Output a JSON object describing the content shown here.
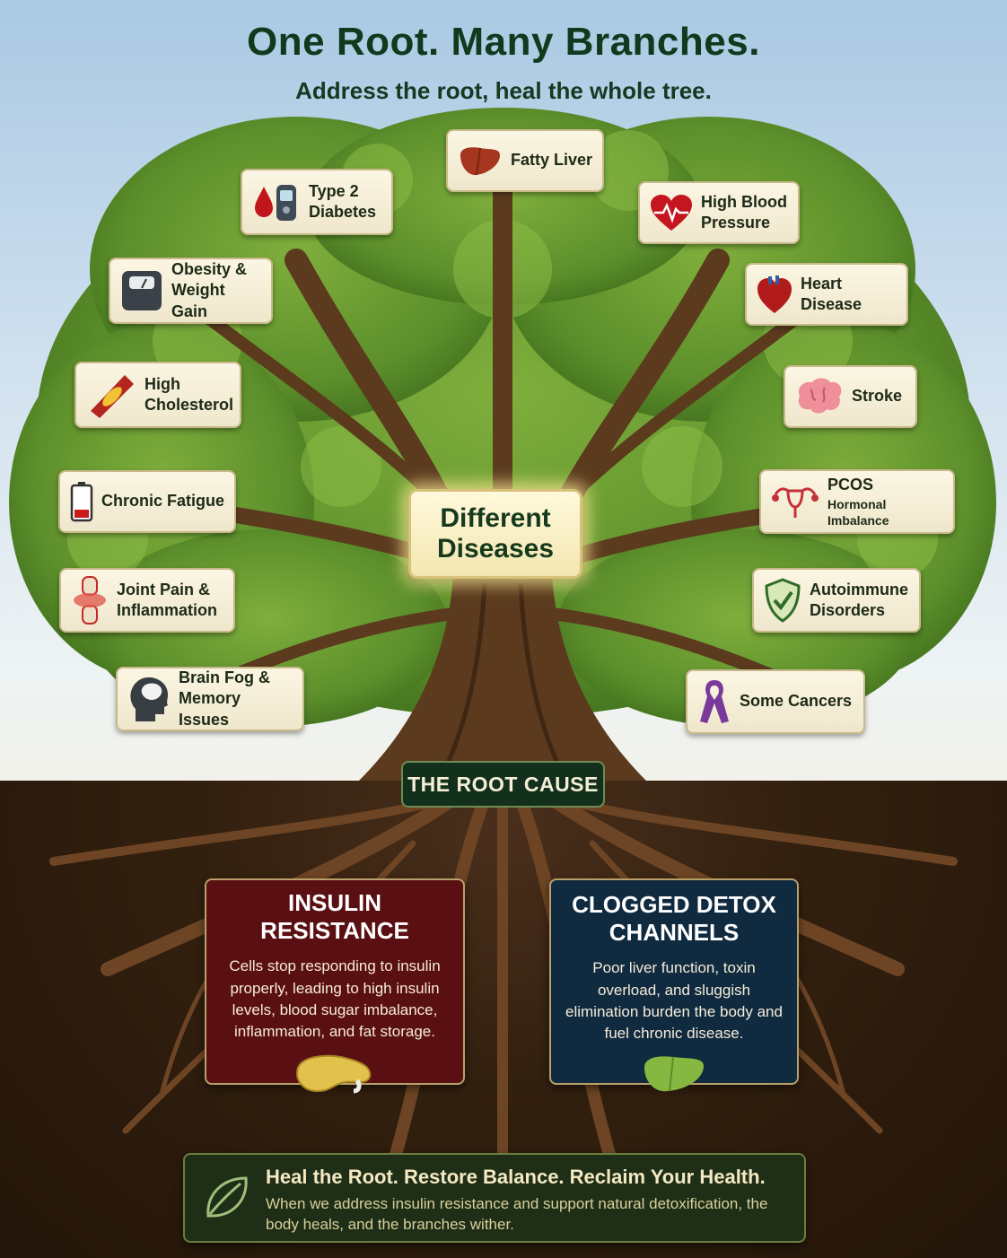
{
  "header": {
    "title": "One Root. Many Branches.",
    "subtitle": "Address the root, heal the whole tree."
  },
  "center_label": {
    "line1": "Different",
    "line2": "Diseases"
  },
  "diseases": [
    {
      "line1": "Type 2",
      "line2": "Diabetes",
      "icon": "glucose-meter-icon"
    },
    {
      "line1": "Fatty Liver",
      "line2": "",
      "icon": "liver-icon"
    },
    {
      "line1": "High Blood",
      "line2": "Pressure",
      "icon": "heart-pulse-icon"
    },
    {
      "line1": "Obesity &",
      "line2": "Weight Gain",
      "icon": "scale-icon"
    },
    {
      "line1": "Heart Disease",
      "line2": "",
      "icon": "heart-icon"
    },
    {
      "line1": "High",
      "line2": "Cholesterol",
      "icon": "artery-icon"
    },
    {
      "line1": "Stroke",
      "line2": "",
      "icon": "brain-icon"
    },
    {
      "line1": "Chronic Fatigue",
      "line2": "",
      "icon": "low-battery-icon"
    },
    {
      "line1": "PCOS",
      "line2": "Hormonal Imbalance",
      "icon": "uterus-icon"
    },
    {
      "line1": "Joint Pain &",
      "line2": "Inflammation",
      "icon": "joint-icon"
    },
    {
      "line1": "Autoimmune",
      "line2": "Disorders",
      "icon": "shield-check-icon"
    },
    {
      "line1": "Brain Fog &",
      "line2": "Memory Issues",
      "icon": "head-brain-icon"
    },
    {
      "line1": "Some Cancers",
      "line2": "",
      "icon": "ribbon-icon"
    }
  ],
  "root_label": "THE ROOT CAUSE",
  "causes": [
    {
      "title": "INSULIN RESISTANCE",
      "body": "Cells stop responding to insulin properly, leading to high insulin levels, blood sugar imbalance, inflammation, and fat storage.",
      "icon": "pancreas-icon",
      "color": "#5a0f12"
    },
    {
      "title": "CLOGGED DETOX CHANNELS",
      "body": "Poor liver function, toxin overload, and sluggish elimination burden the body and fuel chronic disease.",
      "icon": "liver-icon",
      "color": "#102a40"
    }
  ],
  "footer": {
    "headline": "Heal the Root. Restore Balance. Reclaim Your Health.",
    "body": "When we address insulin resistance and support natural detoxification, the body heals, and the branches wither.",
    "icon": "leaf-icon"
  },
  "colors": {
    "title_green": "#0f3a1e",
    "foliage": "#5d8f2c",
    "trunk": "#5b3a1e",
    "soil": "#2a1a0f"
  }
}
